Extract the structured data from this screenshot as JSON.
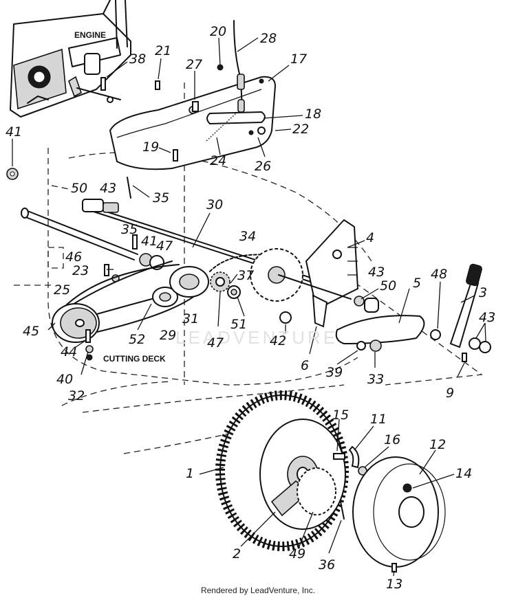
{
  "labels": {
    "engine": "ENGINE",
    "cutting_deck": "CUTTING DECK"
  },
  "watermark": "LEADVENTURE",
  "footer": "Rendered by LeadVenture, Inc.",
  "callouts": [
    {
      "id": "p20",
      "text": "20"
    },
    {
      "id": "p28",
      "text": "28"
    },
    {
      "id": "p21",
      "text": "21"
    },
    {
      "id": "p27",
      "text": "27"
    },
    {
      "id": "p17",
      "text": "17"
    },
    {
      "id": "p38",
      "text": "38"
    },
    {
      "id": "p18",
      "text": "18"
    },
    {
      "id": "p22",
      "text": "22"
    },
    {
      "id": "p19",
      "text": "19"
    },
    {
      "id": "p24",
      "text": "24"
    },
    {
      "id": "p26",
      "text": "26"
    },
    {
      "id": "p41a",
      "text": "41"
    },
    {
      "id": "p50a",
      "text": "50"
    },
    {
      "id": "p43a",
      "text": "43"
    },
    {
      "id": "p35a",
      "text": "35"
    },
    {
      "id": "p30",
      "text": "30"
    },
    {
      "id": "p35b",
      "text": "35"
    },
    {
      "id": "p41b",
      "text": "41"
    },
    {
      "id": "p47a",
      "text": "47"
    },
    {
      "id": "p34",
      "text": "34"
    },
    {
      "id": "p4",
      "text": "4"
    },
    {
      "id": "p46",
      "text": "46"
    },
    {
      "id": "p23",
      "text": "23"
    },
    {
      "id": "p37",
      "text": "37"
    },
    {
      "id": "p43b",
      "text": "43"
    },
    {
      "id": "p50b",
      "text": "50"
    },
    {
      "id": "p5",
      "text": "5"
    },
    {
      "id": "p48",
      "text": "48"
    },
    {
      "id": "p3",
      "text": "3"
    },
    {
      "id": "p25",
      "text": "25"
    },
    {
      "id": "p31",
      "text": "31"
    },
    {
      "id": "p51",
      "text": "51"
    },
    {
      "id": "p43c",
      "text": "43"
    },
    {
      "id": "p45",
      "text": "45"
    },
    {
      "id": "p29",
      "text": "29"
    },
    {
      "id": "p52",
      "text": "52"
    },
    {
      "id": "p47b",
      "text": "47"
    },
    {
      "id": "p42",
      "text": "42"
    },
    {
      "id": "p6",
      "text": "6"
    },
    {
      "id": "p39",
      "text": "39"
    },
    {
      "id": "p33",
      "text": "33"
    },
    {
      "id": "p9",
      "text": "9"
    },
    {
      "id": "p44",
      "text": "44"
    },
    {
      "id": "p40",
      "text": "40"
    },
    {
      "id": "p32",
      "text": "32"
    },
    {
      "id": "p15",
      "text": "15"
    },
    {
      "id": "p11",
      "text": "11"
    },
    {
      "id": "p12",
      "text": "12"
    },
    {
      "id": "p16",
      "text": "16"
    },
    {
      "id": "p14",
      "text": "14"
    },
    {
      "id": "p1",
      "text": "1"
    },
    {
      "id": "p2",
      "text": "2"
    },
    {
      "id": "p49",
      "text": "49"
    },
    {
      "id": "p36",
      "text": "36"
    },
    {
      "id": "p13",
      "text": "13"
    }
  ]
}
